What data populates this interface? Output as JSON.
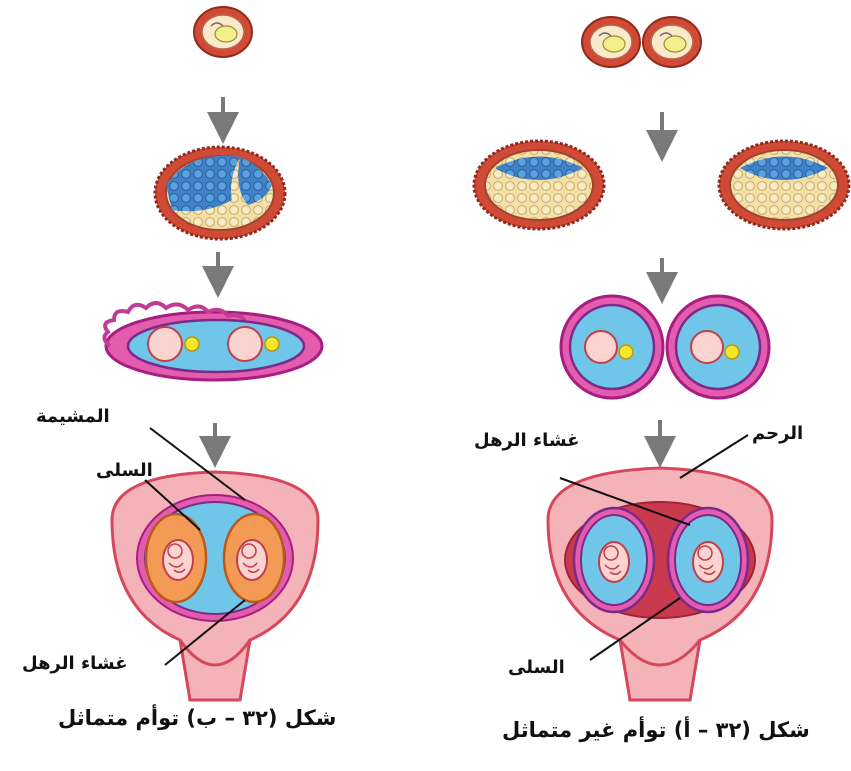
{
  "labels": {
    "identical": {
      "chorion": "المشيمة",
      "sac": "السلى",
      "amnion": "غشاء الرهل",
      "caption": "شكل (٣٢ – ب) توأم متماثل"
    },
    "fraternal": {
      "uterus": "الرحم",
      "amnion": "غشاء الرهل",
      "sac": "السلى",
      "caption": "شكل (٣٢ – أ) توأم غير متماثل"
    }
  },
  "colors": {
    "outline": "#c23b2c",
    "egg_fill": "#f6d9b5",
    "nucleus": "#f3ef8c",
    "blue_cell": "#3f82c8",
    "cream_cell": "#f2e0a6",
    "pink": "#d64fa6",
    "magenta": "#b8238f",
    "fluid": "#6fc6e8",
    "uterus": "#f4b3b8",
    "uterus_dark": "#d6475c",
    "embryo_skin": "#fbd3d0",
    "yolk": "#f6e52a",
    "arrow": "#7a7a7a"
  }
}
